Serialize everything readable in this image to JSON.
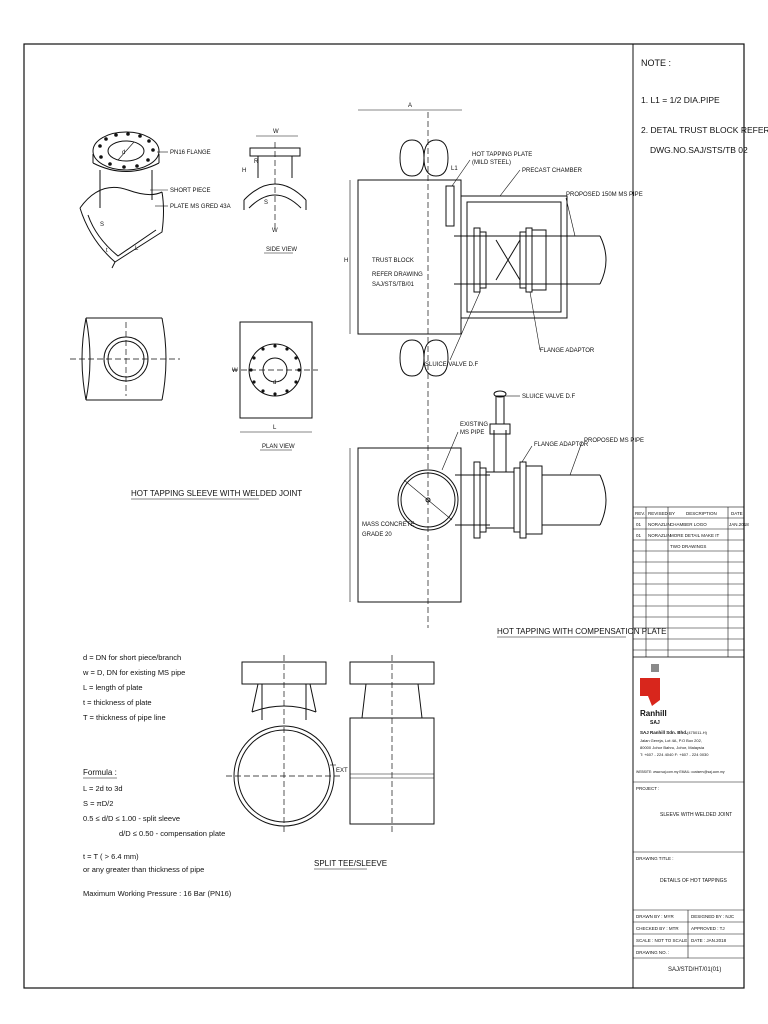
{
  "notes": {
    "heading": "NOTE :",
    "note1": "1. L1 = 1/2 DIA.PIPE",
    "note2": "2. DETAL TRUST BLOCK REFER",
    "note2b": "DWG.NO.SAJ/STS/TB 02"
  },
  "labels": {
    "pn16_flange": "PN16 FLANGE",
    "short_piece": "SHORT PIECE",
    "plate_ms": "PLATE MS GRED 43A",
    "side_view": "SIDE VIEW",
    "plan_view": "PLAN VIEW",
    "hot_tapping_plate": "HOT TAPPING PLATE",
    "mild_steel": "(MILD STEEL)",
    "precast_chamber": "PRECAST CHAMBER",
    "proposed_pipe": "PROPOSED 150M MS PIPE",
    "trust_block": "TRUST BLOCK",
    "refer_drawing": "REFER DRAWING",
    "refer_drawing_no": "SAJ/STS/TB/01",
    "sluice_valve_df": "SLUICE VALVE D.F",
    "flange_adaptor": "FLANGE ADAPTOR",
    "sluice_valve_df_2": "SLUICE VALVE D.F",
    "existing_ms_pipe_1": "EXISTING",
    "existing_ms_pipe_2": "MS PIPE",
    "flange_adaptor_2": "FLANGE ADAPTOR",
    "proposed_ms_pipe": "PROPOSED MS PIPE",
    "mass_concrete_1": "MASS CONCRETE",
    "mass_concrete_2": "GRADE 20",
    "dim_A": "A",
    "dim_W": "W",
    "dim_H": "H",
    "dim_R": "R",
    "dim_S": "S",
    "dim_L": "L",
    "dim_L1": "L1",
    "dim_d": "d",
    "dim_t": "t",
    "dim_ext": "EXT"
  },
  "titles": {
    "welded_joint": "HOT TAPPING SLEEVE WITH WELDED JOINT",
    "compensation_plate": "HOT TAPPING WITH COMPENSATION PLATE",
    "split_tee": "SPLIT TEE/SLEEVE"
  },
  "legend": [
    "d = DN for short piece/branch",
    "w = D, DN for existing MS pipe",
    "L = length of plate",
    "t = thickness of plate",
    "T = thickness of pipe line"
  ],
  "formula": {
    "heading": "Formula :",
    "lines": [
      "L = 2d to 3d",
      "S = πD/2",
      "0.5 ≤ d/D ≤ 1.00 - split sleeve",
      "d/D ≤ 0.50 - compensation plate",
      "t = T ( > 6.4 mm)",
      "or any greater than thickness of pipe"
    ],
    "pressure": "Maximum Working Pressure : 16 Bar (PN16)"
  },
  "revisions": {
    "headers": [
      "REV.",
      "REVISED BY",
      "DESCRIPTION",
      "DATE"
    ],
    "rows": [
      [
        "01",
        "NORAZLIN",
        "CHAMBER LOGO",
        "JAN.2018"
      ],
      [
        "01",
        "NORAZLIN",
        "MORE DETAIL MAKE IT",
        ""
      ],
      [
        "",
        "",
        "TWO DRAWINGS",
        ""
      ]
    ]
  },
  "company": {
    "logo_text": "Ranhill",
    "logo_sub": "SAJ",
    "name": "SAJ Ranhill Sdn. Bhd.",
    "reg": "(475011-H)",
    "addr1": "Jalan Gereja, Lot 4A, P.O Box 202,",
    "addr2": "80000 Johor Bahru, Johor, Malaysia",
    "phone": "T: +607 - 224 4040      F: +607 - 224 0030",
    "web": "WEBSITE: www.saj.com.my    EMAIL: custserv@saj.com.my"
  },
  "title_block": {
    "project_label": "PROJECT :",
    "project": "SLEEVE WITH WELDED JOINT",
    "drawing_title_label": "DRAWING TITLE :",
    "drawing_title": "DETAILS OF HOT TAPPINGS",
    "drawn_by": "DRAWN BY : MYR",
    "designed_by": "DESIGNED BY : NJC",
    "checked_by": "CHECKED BY : MTR",
    "approved_by": "APPROVED : TJ",
    "scale": "SCALE : NOT TO SCALE",
    "date": "DATE : JAN.2018",
    "drawing_no_label": "DRAWING NO. :",
    "drawing_no": "SAJ/STD/HT/01(01)"
  },
  "colors": {
    "logo_red": "#d8261c",
    "logo_gray": "#8a8a8a"
  }
}
